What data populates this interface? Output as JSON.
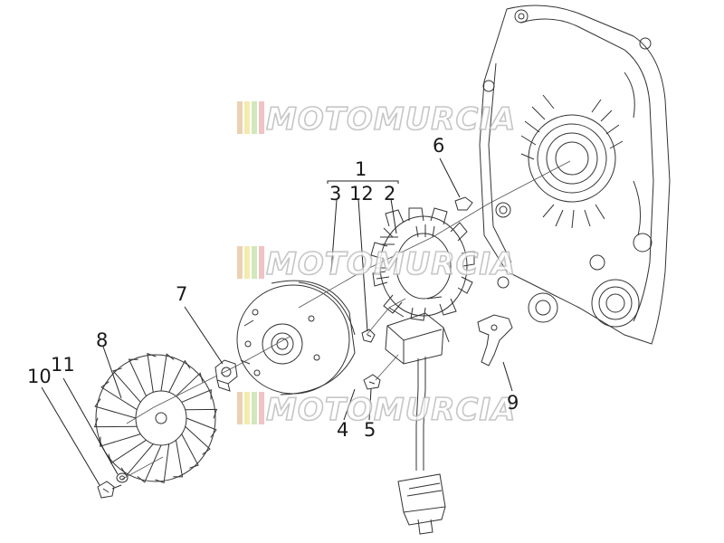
{
  "watermark": {
    "text": "MOTOMURCIA",
    "stripe_colors": [
      "#e8c9a6",
      "#f2e6a0",
      "#c9e3b2",
      "#f0b8b8"
    ]
  },
  "labels": {
    "l1": "1",
    "l2": "2",
    "l3": "3",
    "l4": "4",
    "l5": "5",
    "l6": "6",
    "l7": "7",
    "l8": "8",
    "l9": "9",
    "l10": "10",
    "l11": "11",
    "l12": "12"
  }
}
